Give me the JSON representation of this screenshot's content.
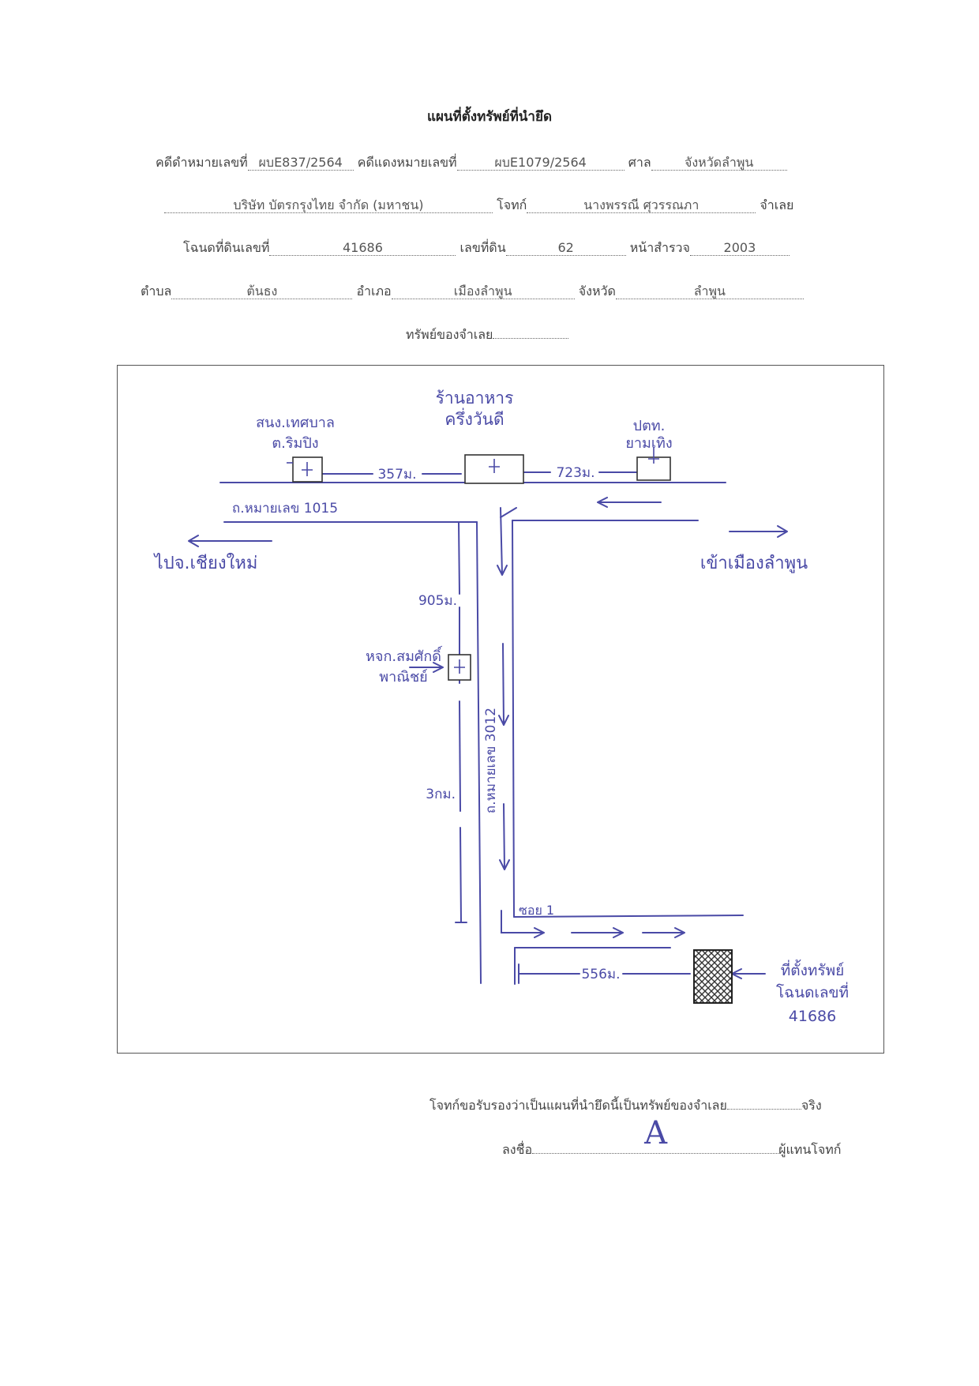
{
  "document": {
    "title": "แผนที่ตั้งทรัพย์ที่นำยึด",
    "case": {
      "black_case_label": "คดีดำหมายเลขที่",
      "black_case_value": "ผบE837/2564",
      "red_case_label": "คดีแดงหมายเลขที่",
      "red_case_value": "ผบE1079/2564",
      "court_label": "ศาล",
      "court_value": "จังหวัดลำพูน"
    },
    "parties": {
      "plaintiff_name": "บริษัท บัตรกรุงไทย จำกัด (มหาชน)",
      "plaintiff_label": "โจทก์",
      "defendant_name": "นางพรรณี  ศุวรรณภา",
      "defendant_label": "จำเลย"
    },
    "land": {
      "deed_label": "โฉนดที่ดินเลขที่",
      "deed_value": "41686",
      "land_no_label": "เลขที่ดิน",
      "land_no_value": "62",
      "survey_label": "หน้าสำรวจ",
      "survey_value": "2003"
    },
    "location": {
      "subdistrict_label": "ตำบล",
      "subdistrict_value": "ต้นธง",
      "district_label": "อำเภอ",
      "district_value": "เมืองลำพูน",
      "province_label": "จังหวัด",
      "province_value": "ลำพูน"
    },
    "property_owner_label": "ทรัพย์ของจำเลย"
  },
  "map": {
    "ink_color": "#4a4aa6",
    "landmarks": {
      "restaurant_line1": "ร้านอาหาร",
      "restaurant_line2": "ครึ่งวันดี",
      "municipal_line1": "สนง.เทศบาล",
      "municipal_line2": "ต.ริมปิง",
      "ptt_line1": "ปตท.",
      "ptt_line2": "ยามเทิง",
      "shop_line1": "หจก.สมศักดิ์",
      "shop_line2": "พาณิชย์",
      "property_line1": "ที่ตั้งทรัพย์",
      "property_line2": "โฉนดเลขที่",
      "property_line3": "41686"
    },
    "distances": {
      "d_357": "357ม.",
      "d_723": "723ม.",
      "d_905": "905ม.",
      "d_3km": "3กม.",
      "d_556": "556ม."
    },
    "roads": {
      "highway_1015": "ถ.หมายเลข 1015",
      "highway_3012": "ถ.หมายเลข 3012",
      "soi": "ซอย 1"
    },
    "directions": {
      "to_chiangmai": "ไปจ.เชียงใหม่",
      "to_lamphun": "เข้าเมืองลำพูน"
    }
  },
  "footer": {
    "certify_text": "โจทก์ขอรับรองว่าเป็นแผนที่นำยึดนี้เป็นทรัพย์ของจำเลย",
    "certify_end": "จริง",
    "sign_label": "ลงชื่อ",
    "sign_role": "ผู้แทนโจทก์",
    "signature_mark": "A"
  }
}
